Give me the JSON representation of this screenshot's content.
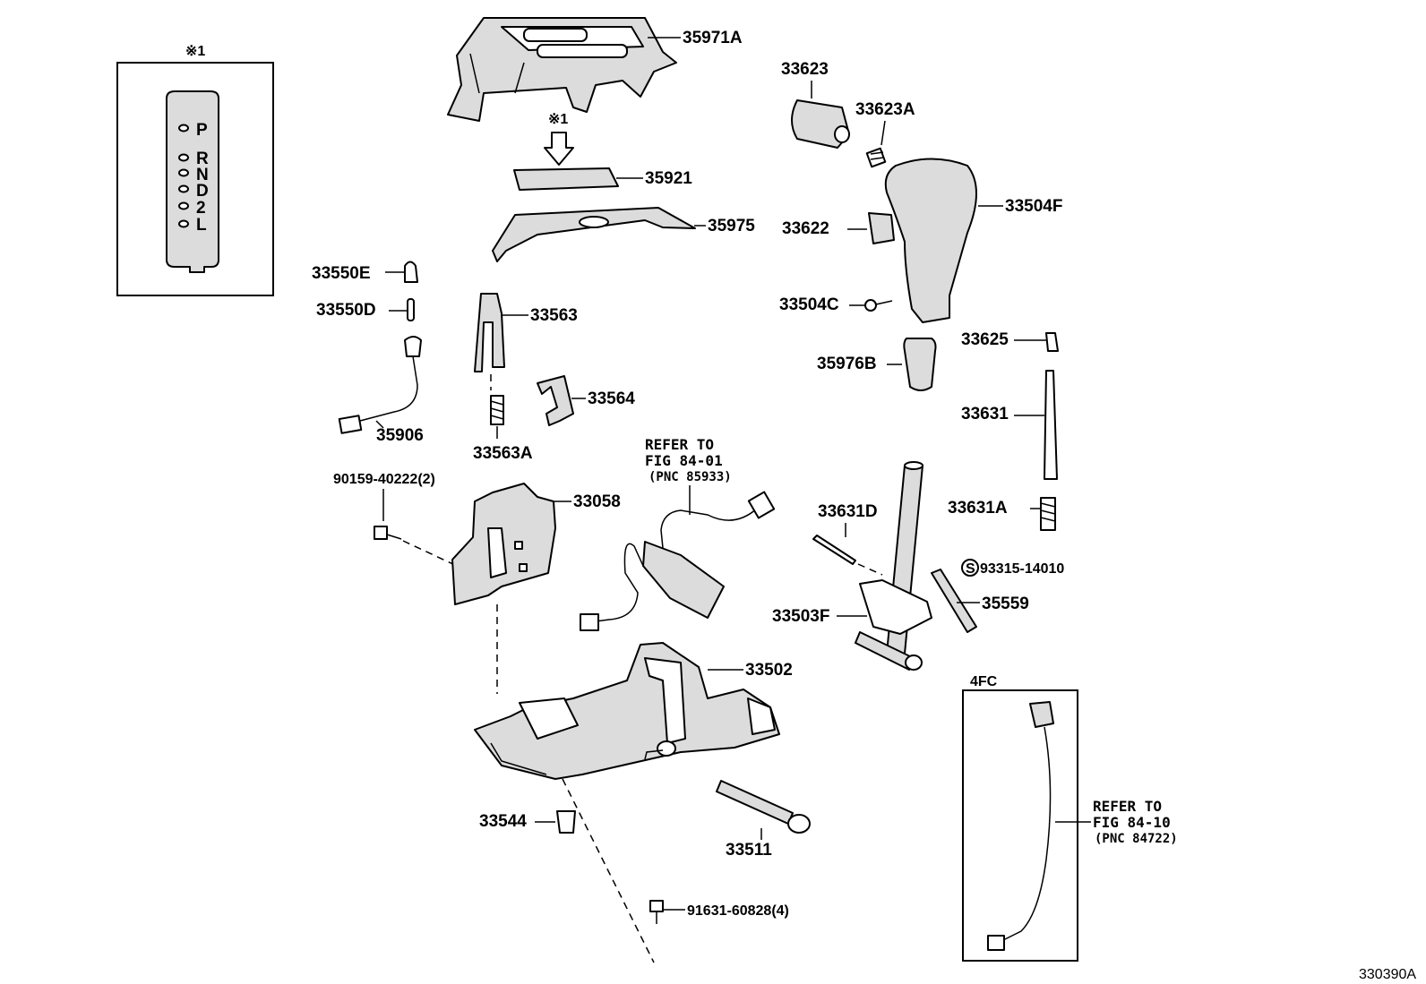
{
  "labels": {
    "l35971A": "35971A",
    "l33623": "33623",
    "l33623A": "33623A",
    "l33504F": "33504F",
    "l33622": "33622",
    "l33504C": "33504C",
    "l33625": "33625",
    "l35976B": "35976B",
    "l33631": "33631",
    "l33631A": "33631A",
    "l33631D": "33631D",
    "l93315": "93315-14010",
    "l35559": "35559",
    "l33503F": "33503F",
    "l35921": "35921",
    "l35975": "35975",
    "l33550E": "33550E",
    "l33550D": "33550D",
    "l33563": "33563",
    "l33564": "33564",
    "l33563A": "33563A",
    "l35906": "35906",
    "l90159": "90159-40222(2)",
    "l33058": "33058",
    "l33502": "33502",
    "l33544": "33544",
    "l33511": "33511",
    "l91631": "91631-60828(4)"
  },
  "refs": {
    "ref1_line1": "REFER TO",
    "ref1_line2": "FIG 84-01",
    "ref1_line3": "(PNC 85933)",
    "ref2_line1": "REFER TO",
    "ref2_line2": "FIG 84-10",
    "ref2_line3": "(PNC 84722)"
  },
  "inset": {
    "note_mark": "※1",
    "gears": [
      "P",
      "R",
      "N",
      "D",
      "2",
      "L"
    ]
  },
  "arrow_note": "※1",
  "s_mark": "S",
  "variant_label": "4FC",
  "diagram_id": "330390A"
}
